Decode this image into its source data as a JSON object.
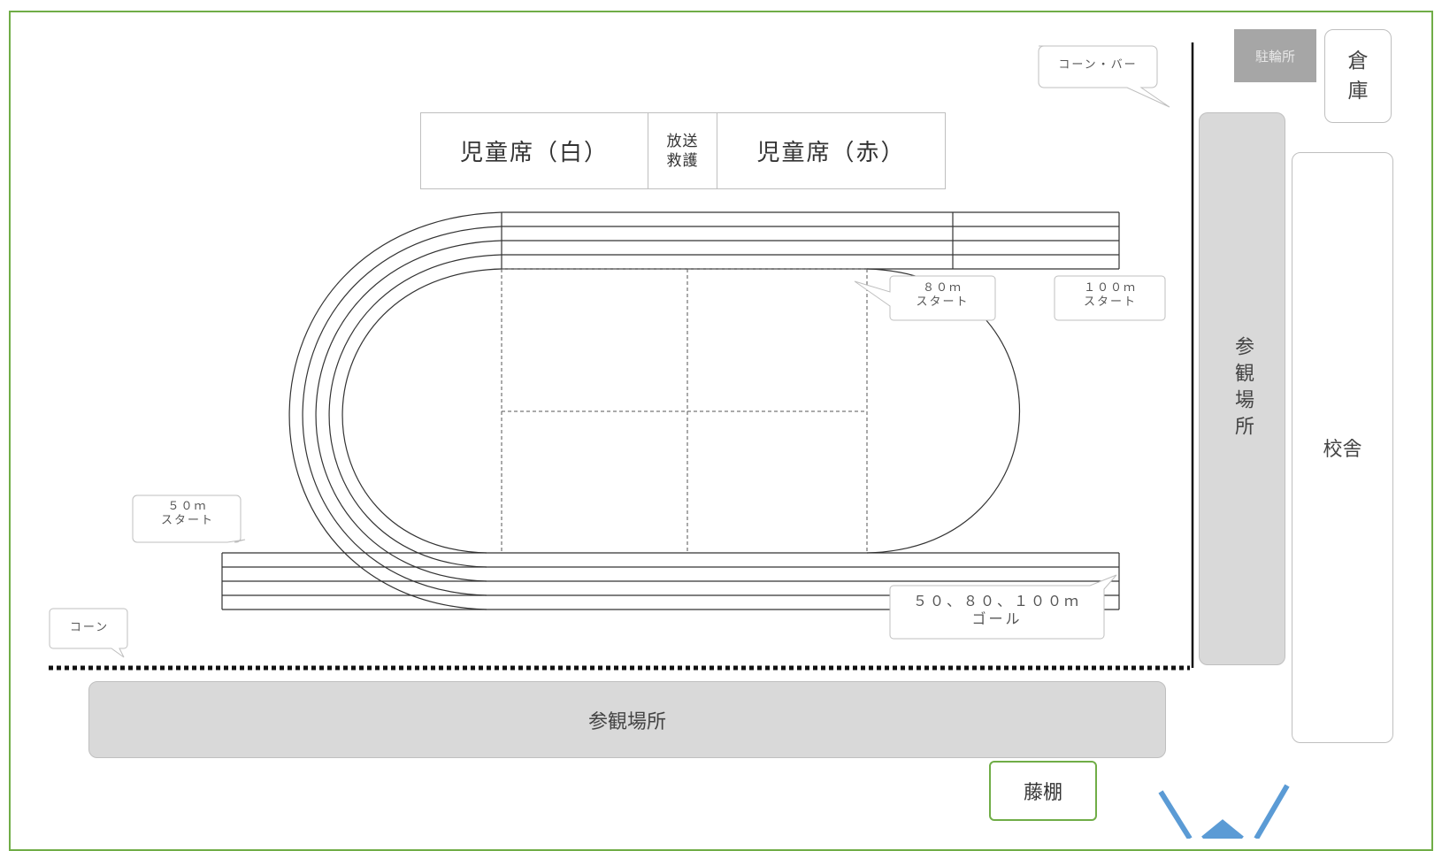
{
  "seat_white": "児童席（白）",
  "broadcast_first_aid": "放送\n救護",
  "seat_red": "児童席（赤）",
  "bike_parking": "駐輪所",
  "warehouse": "倉\n庫",
  "viewing_area_right": "参観場所",
  "school_building": "校舎",
  "viewing_area_bottom": "参観場所",
  "wisteria_trellis": "藤棚",
  "callouts": {
    "cone_bar": "コーン・バー",
    "start_80": "８０ｍ\nスタート",
    "start_100": "１００ｍ\nスタート",
    "start_50": "５０ｍ\nスタート",
    "cone": "コーン",
    "goal": "５０、８０、１００ｍ\nゴール"
  },
  "colors": {
    "frame": "#70ad47",
    "area_fill": "#d9d9d9",
    "bike_parking_fill": "#a6a6a6",
    "arrow": "#5b9bd5",
    "trellis_border": "#70ad47"
  }
}
